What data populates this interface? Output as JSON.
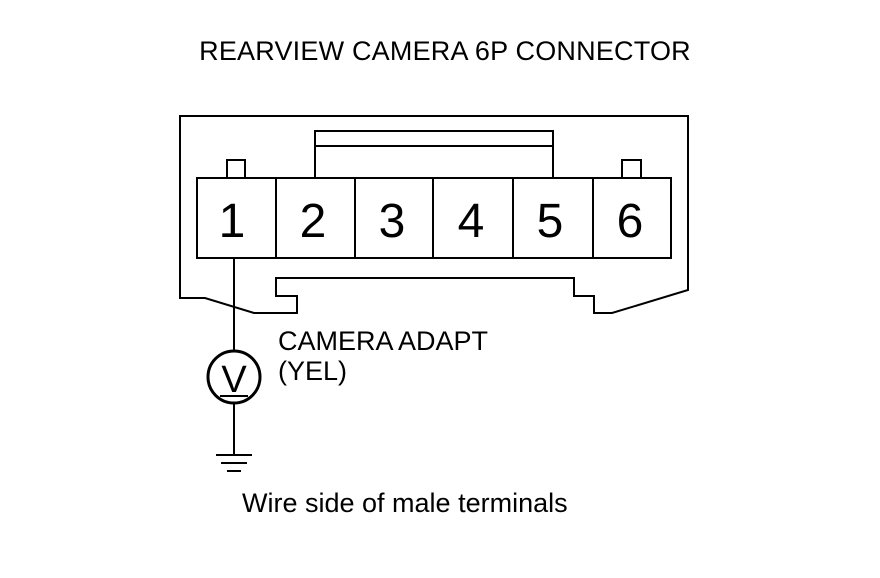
{
  "diagram": {
    "title": "REARVIEW CAMERA 6P CONNECTOR",
    "terminals": [
      "1",
      "2",
      "3",
      "4",
      "5",
      "6"
    ],
    "signal": {
      "name": "CAMERA ADAPT",
      "wire_color": "(YEL)",
      "meter_symbol": "V"
    },
    "view_caption": "Wire side of male terminals"
  }
}
